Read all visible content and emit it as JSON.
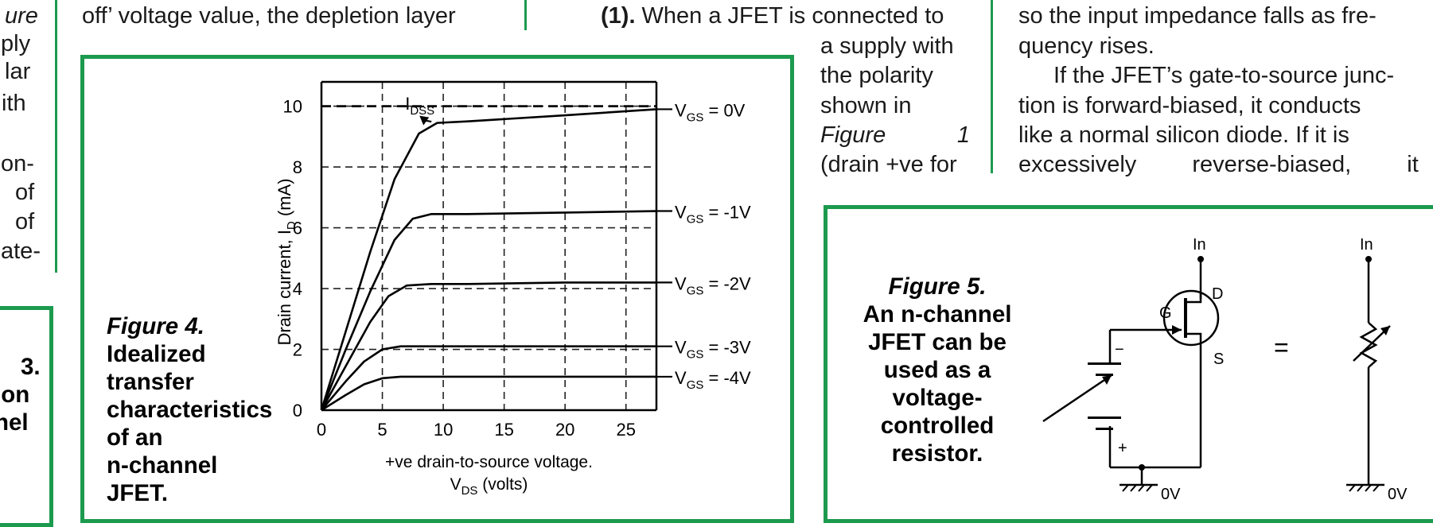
{
  "col1_fragments": [
    "ure",
    "ply",
    "lar",
    "ith",
    "on-",
    "of",
    "of",
    "ate-"
  ],
  "col1_box_fragments": [
    "3.",
    "ion",
    "nel"
  ],
  "col2_line": "off’ voltage value, the depletion layer",
  "col3_line1_bold": "(1).",
  "col3_line1_rest": " When a JFET is connected to",
  "col3_lines": [
    "a supply with",
    "the polarity",
    "shown in"
  ],
  "col3_figure_word": "Figure",
  "col3_figure_num": "1",
  "col3_last": "(drain +ve for",
  "col4_line1": "so the input impedance falls as fre-",
  "col4_line2": "quency rises.",
  "col4_para_lines": [
    "If the JFET’s gate-to-source junc-",
    "tion is forward-biased, it conducts",
    "like a normal silicon diode. If it is",
    "excessively reverse-biased, it"
  ],
  "figure4": {
    "caption_label": "Figure 4.",
    "caption_lines": [
      "Idealized",
      "transfer",
      "characteristics",
      "of an",
      "n-channel",
      "JFET."
    ]
  },
  "figure5": {
    "caption_label": "Figure 5.",
    "caption_lines": [
      "An n-channel",
      "JFET can be",
      "used as a",
      "voltage-",
      "controlled",
      "resistor."
    ],
    "label_in_left": "In",
    "label_in_right": "In",
    "label_d": "D",
    "label_g": "G",
    "label_s": "S",
    "label_minus": "−",
    "label_plus": "+",
    "label_equals": "=",
    "label_ground_left": "0V",
    "label_ground_right": "0V"
  },
  "chart_data": {
    "type": "line",
    "title": "",
    "xlabel": "+ve drain-to-source voltage.",
    "xlabel2": "V",
    "xlabel2_sub": "DS",
    "xlabel2_tail": " (volts)",
    "ylabel": "Drain current, I",
    "ylabel_sub": "D",
    "ylabel_tail": " (mA)",
    "xlim": [
      0,
      27.5
    ],
    "ylim": [
      0,
      10.8
    ],
    "x_ticks": [
      0,
      5,
      10,
      15,
      20,
      25
    ],
    "y_ticks": [
      0,
      2,
      4,
      6,
      8,
      10
    ],
    "grid": "dashed",
    "annotation": {
      "text": "I",
      "sub": "DSS",
      "x": 7.2,
      "y": 9.7,
      "ref_y": 10
    },
    "series": [
      {
        "name": "V",
        "name_sub": "GS",
        "name_tail": " = 0V",
        "x": [
          0,
          2,
          4,
          6,
          8,
          9.5,
          12,
          20,
          27.5
        ],
        "y": [
          0,
          2.6,
          5.2,
          7.6,
          9.1,
          9.45,
          9.5,
          9.7,
          9.9
        ]
      },
      {
        "name": "V",
        "name_sub": "GS",
        "name_tail": " = -1V",
        "x": [
          0,
          2,
          4,
          6,
          7.5,
          9,
          12,
          20,
          27.5
        ],
        "y": [
          0,
          2.0,
          3.9,
          5.6,
          6.3,
          6.45,
          6.45,
          6.5,
          6.55
        ]
      },
      {
        "name": "V",
        "name_sub": "GS",
        "name_tail": " = -2V",
        "x": [
          0,
          2,
          4,
          5.5,
          7,
          9,
          12,
          20,
          27.5
        ],
        "y": [
          0,
          1.45,
          2.9,
          3.75,
          4.1,
          4.15,
          4.15,
          4.2,
          4.2
        ]
      },
      {
        "name": "V",
        "name_sub": "GS",
        "name_tail": " = -3V",
        "x": [
          0,
          2,
          3.5,
          5,
          6.5,
          9,
          12,
          20,
          27.5
        ],
        "y": [
          0,
          0.95,
          1.6,
          2.0,
          2.1,
          2.1,
          2.1,
          2.1,
          2.1
        ]
      },
      {
        "name": "V",
        "name_sub": "GS",
        "name_tail": " = -4V",
        "x": [
          0,
          2,
          3.5,
          5,
          6.5,
          9,
          12,
          20,
          27.5
        ],
        "y": [
          0,
          0.5,
          0.85,
          1.05,
          1.1,
          1.1,
          1.1,
          1.1,
          1.1
        ]
      }
    ]
  }
}
